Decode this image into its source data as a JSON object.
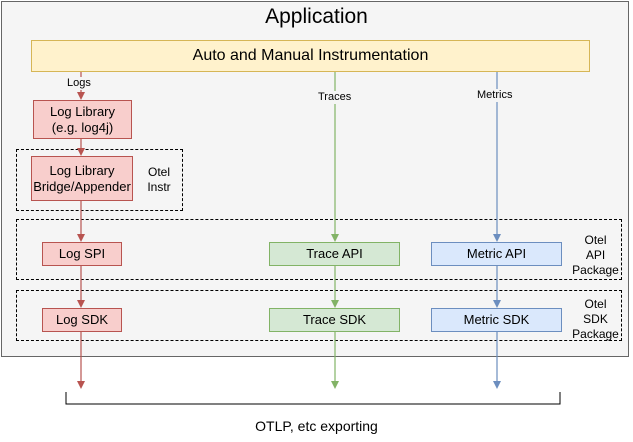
{
  "title": "Application",
  "instrumentation": "Auto and Manual Instrumentation",
  "signals": {
    "logs": "Logs",
    "traces": "Traces",
    "metrics": "Metrics"
  },
  "log_library": {
    "line1": "Log Library",
    "line2": "(e.g. log4j)"
  },
  "bridge": {
    "line1": "Log Library",
    "line2": "Bridge/Appender"
  },
  "otel_instr": {
    "line1": "Otel",
    "line2": "Instr"
  },
  "api_row": {
    "log": "Log SPI",
    "trace": "Trace API",
    "metric": "Metric API",
    "label": [
      "Otel",
      "API",
      "Package"
    ]
  },
  "sdk_row": {
    "log": "Log SDK",
    "trace": "Trace SDK",
    "metric": "Metric SDK",
    "label": [
      "Otel",
      "SDK",
      "Package"
    ]
  },
  "footer": "OTLP, etc exporting",
  "colors": {
    "logs": "#b85450",
    "traces": "#82b366",
    "metrics": "#6c8ebf"
  }
}
